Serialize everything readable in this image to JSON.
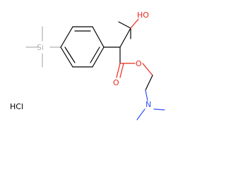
{
  "molecule": {
    "atoms": {
      "hydroxyl": "HO",
      "ester_oxygen": "O",
      "carbonyl_oxygen": "O",
      "amine_nitrogen": "N",
      "silicon": "Si",
      "salt": "HCl"
    },
    "colors": {
      "bond": "#000000",
      "oxygen": "#e8291c",
      "nitrogen": "#3050f8",
      "silicon": "#b0b0b0",
      "chlorine_salt": "#000000"
    }
  }
}
